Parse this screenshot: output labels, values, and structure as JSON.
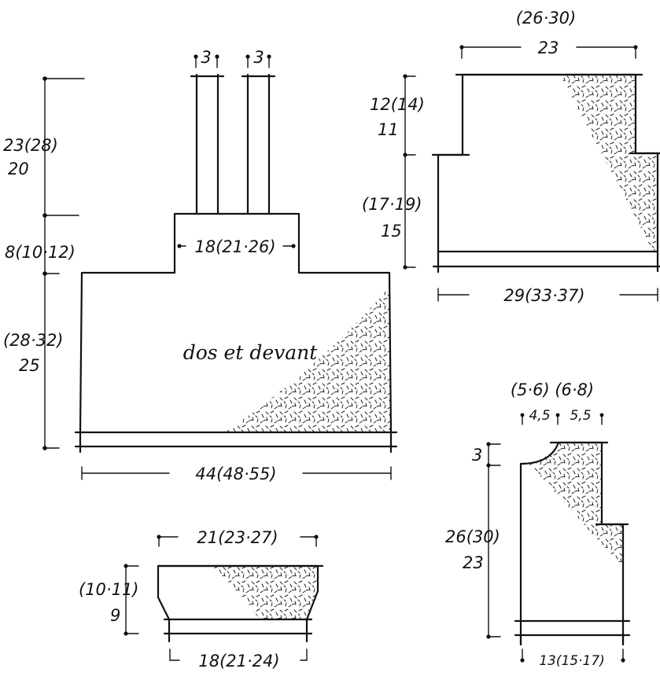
{
  "body_piece": {
    "title": "dos et devant",
    "strap_width_1": "3",
    "strap_width_2": "3",
    "strap_height": "23(28)",
    "strap_height_small": "20",
    "armhole_height": "8(10·12)",
    "neck_width": "18(21·26)",
    "body_height": "(28·32)",
    "body_height_small": "25",
    "body_width": "44(48·55)"
  },
  "top_right_piece": {
    "top_width_alt": "(26·30)",
    "top_width": "23",
    "upper_height": "12(14)",
    "upper_height_small": "11",
    "lower_height": "(17·19)",
    "lower_height_small": "15",
    "bottom_width": "29(33·37)"
  },
  "bottom_left_piece": {
    "top_width": "21(23·27)",
    "height": "(10·11)",
    "height_small": "9",
    "bottom_width": "18(21·24)"
  },
  "bottom_right_piece": {
    "neck_widths_alt": "(5·6) (6·8)",
    "neck_width_1": "4,5",
    "neck_width_2": "5,5",
    "neck_depth": "3",
    "height": "26(30)",
    "height_small": "23",
    "bottom_width": "13(15·17)"
  }
}
